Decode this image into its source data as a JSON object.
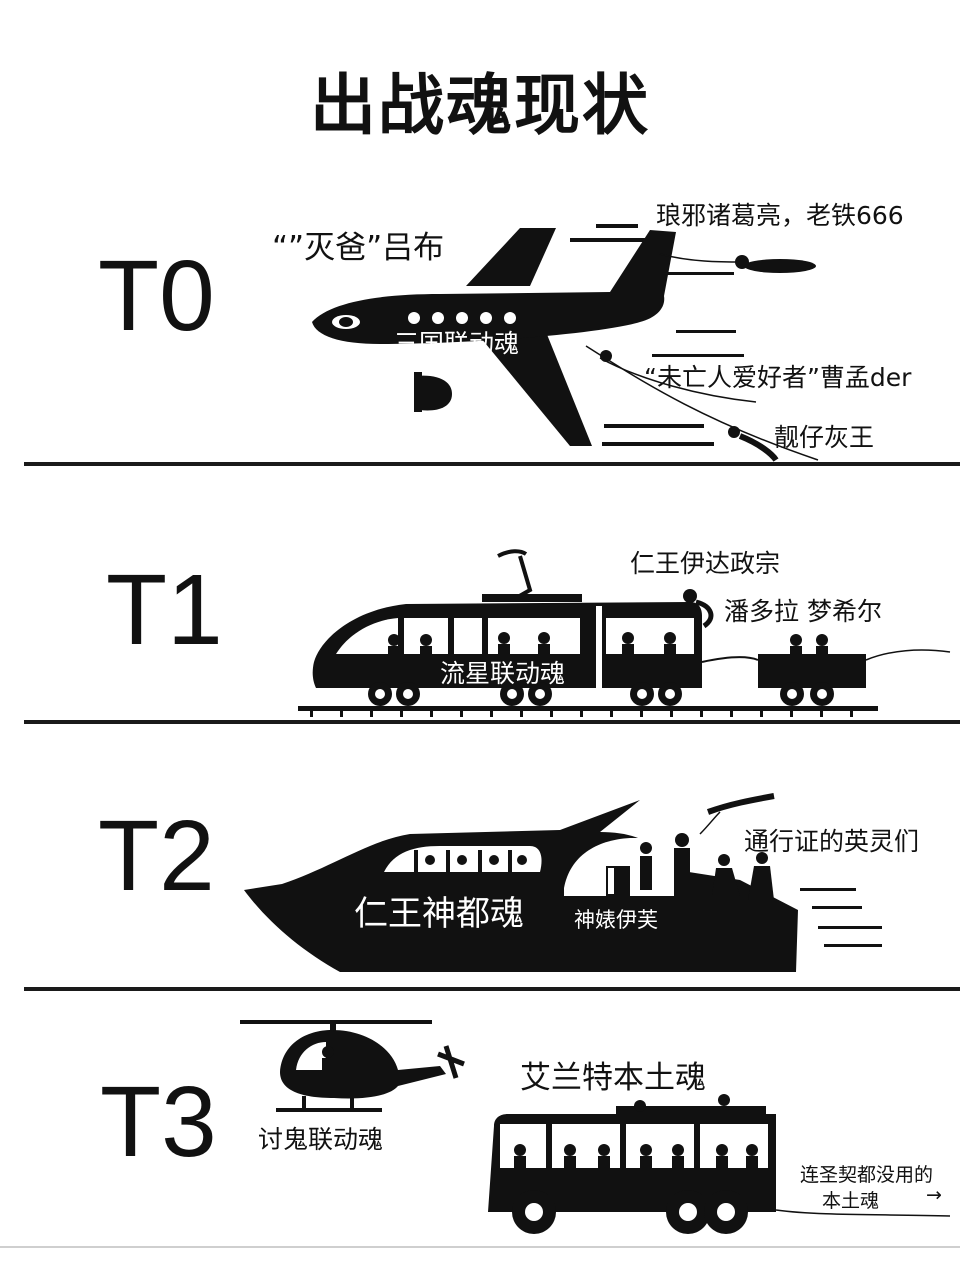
{
  "title": "出战魂现状",
  "colors": {
    "ink": "#111111",
    "background": "#ffffff"
  },
  "tiers": [
    {
      "label": "T0",
      "vehicle_icon": "airplane-icon",
      "vehicle_caption": "三国联动魂",
      "captions": [
        "“”灭爸”吕布",
        "琅邪诸葛亮，老铁666",
        "“未亡人爱好者”曹孟der",
        "靓仔灰王"
      ]
    },
    {
      "label": "T1",
      "vehicle_icon": "train-icon",
      "vehicle_caption": "流星联动魂",
      "captions": [
        "仁王伊达政宗",
        "潘多拉 梦希尔"
      ]
    },
    {
      "label": "T2",
      "vehicle_icon": "yacht-icon",
      "vehicle_caption": "仁王神都魂",
      "captions": [
        "神婊伊芙",
        "通行证的英灵们"
      ]
    },
    {
      "label": "T3",
      "vehicle_icon": "helicopter-icon",
      "vehicle_caption": "讨鬼联动魂",
      "captions": [
        "艾兰特本土魂",
        "连圣契都没用的",
        "本土魂",
        "→"
      ],
      "second_vehicle_icon": "bus-icon"
    }
  ]
}
